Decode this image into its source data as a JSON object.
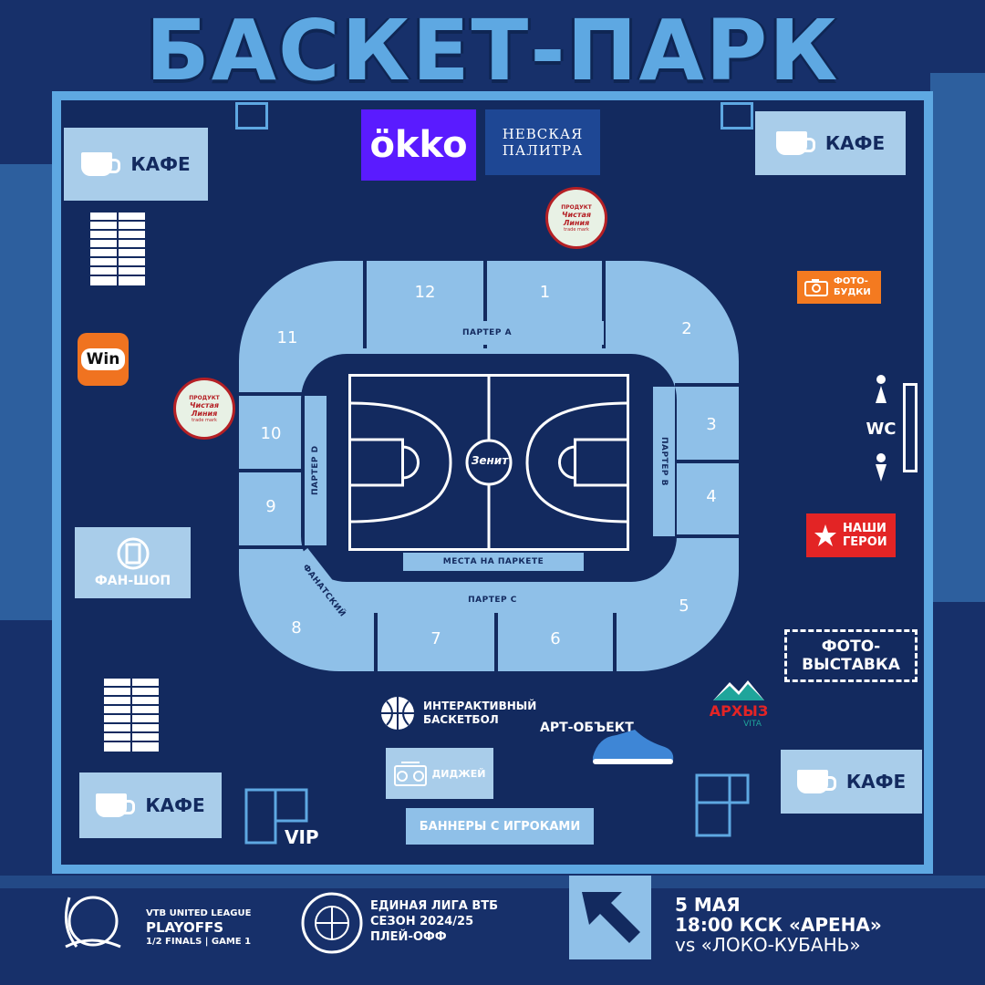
{
  "title": "БАСКЕТ-ПАРК",
  "colors": {
    "background": "#17306a",
    "map_fill": "#132a5f",
    "accent_blue": "#5ea8e2",
    "light_blue": "#8fc0e8",
    "okko_purple": "#5a1bff",
    "foto_orange": "#f47a20",
    "heroes_red": "#e32425"
  },
  "sponsors": {
    "okko": "ökko",
    "nevskaya_line1": "НЕВСКАЯ",
    "nevskaya_line2": "ПАЛИТРА",
    "win": "Win",
    "chistaya_top": "ПРОДУКТ",
    "chistaya_main": "Чистая Линия",
    "chistaya_bottom": "trade mark",
    "arkhyz": "АРХЫЗ",
    "arkhyz_sub": "VITA"
  },
  "zones": {
    "cafe": "КАФЕ",
    "fanshop": "ФАН-ШОП",
    "fotobudki_1": "ФОТО-",
    "fotobudki_2": "БУДКИ",
    "wc": "WC",
    "heroes_1": "НАШИ",
    "heroes_2": "ГЕРОИ",
    "photo_exhibit_1": "ФОТО-",
    "photo_exhibit_2": "ВЫСТАВКА",
    "interactive_1": "ИНТЕРАКТИВНЫЙ",
    "interactive_2": "БАСКЕТБОЛ",
    "art": "АРТ-ОБЪЕКТ",
    "dj": "ДИДЖЕЙ",
    "vip": "VIP",
    "banners": "БАННЕРЫ С ИГРОКАМИ"
  },
  "arena": {
    "sectors": [
      "1",
      "2",
      "3",
      "4",
      "5",
      "6",
      "7",
      "8",
      "9",
      "10",
      "11",
      "12"
    ],
    "parter_a": "ПАРТЕР А",
    "parter_b": "ПАРТЕР В",
    "parter_c": "ПАРТЕР С",
    "parter_d": "ПАРТЕР D",
    "fan_sector": "ФАНАТСКИЙ",
    "court_seats": "МЕСТА НА ПАРКЕТЕ",
    "center_logo": "Зенит"
  },
  "footer": {
    "playoffs_line1": "VTB UNITED LEAGUE",
    "playoffs_line2": "PLAYOFFS",
    "playoffs_line3": "1/2 FINALS | GAME 1",
    "league_line1": "ЕДИНАЯ ЛИГА ВТБ",
    "league_line2": "СЕЗОН 2024/25",
    "league_line3": "ПЛЕЙ-ОФФ",
    "date": "5 МАЯ",
    "time_venue": "18:00 КСК «АРЕНА»",
    "opponent": "vs «ЛОКО-КУБАНЬ»"
  },
  "icons": [
    "cup-icon",
    "camera-icon",
    "star-icon",
    "person-icon",
    "basketball-icon",
    "boombox-icon",
    "sneaker-icon",
    "arrow-icon",
    "mountain-icon"
  ]
}
